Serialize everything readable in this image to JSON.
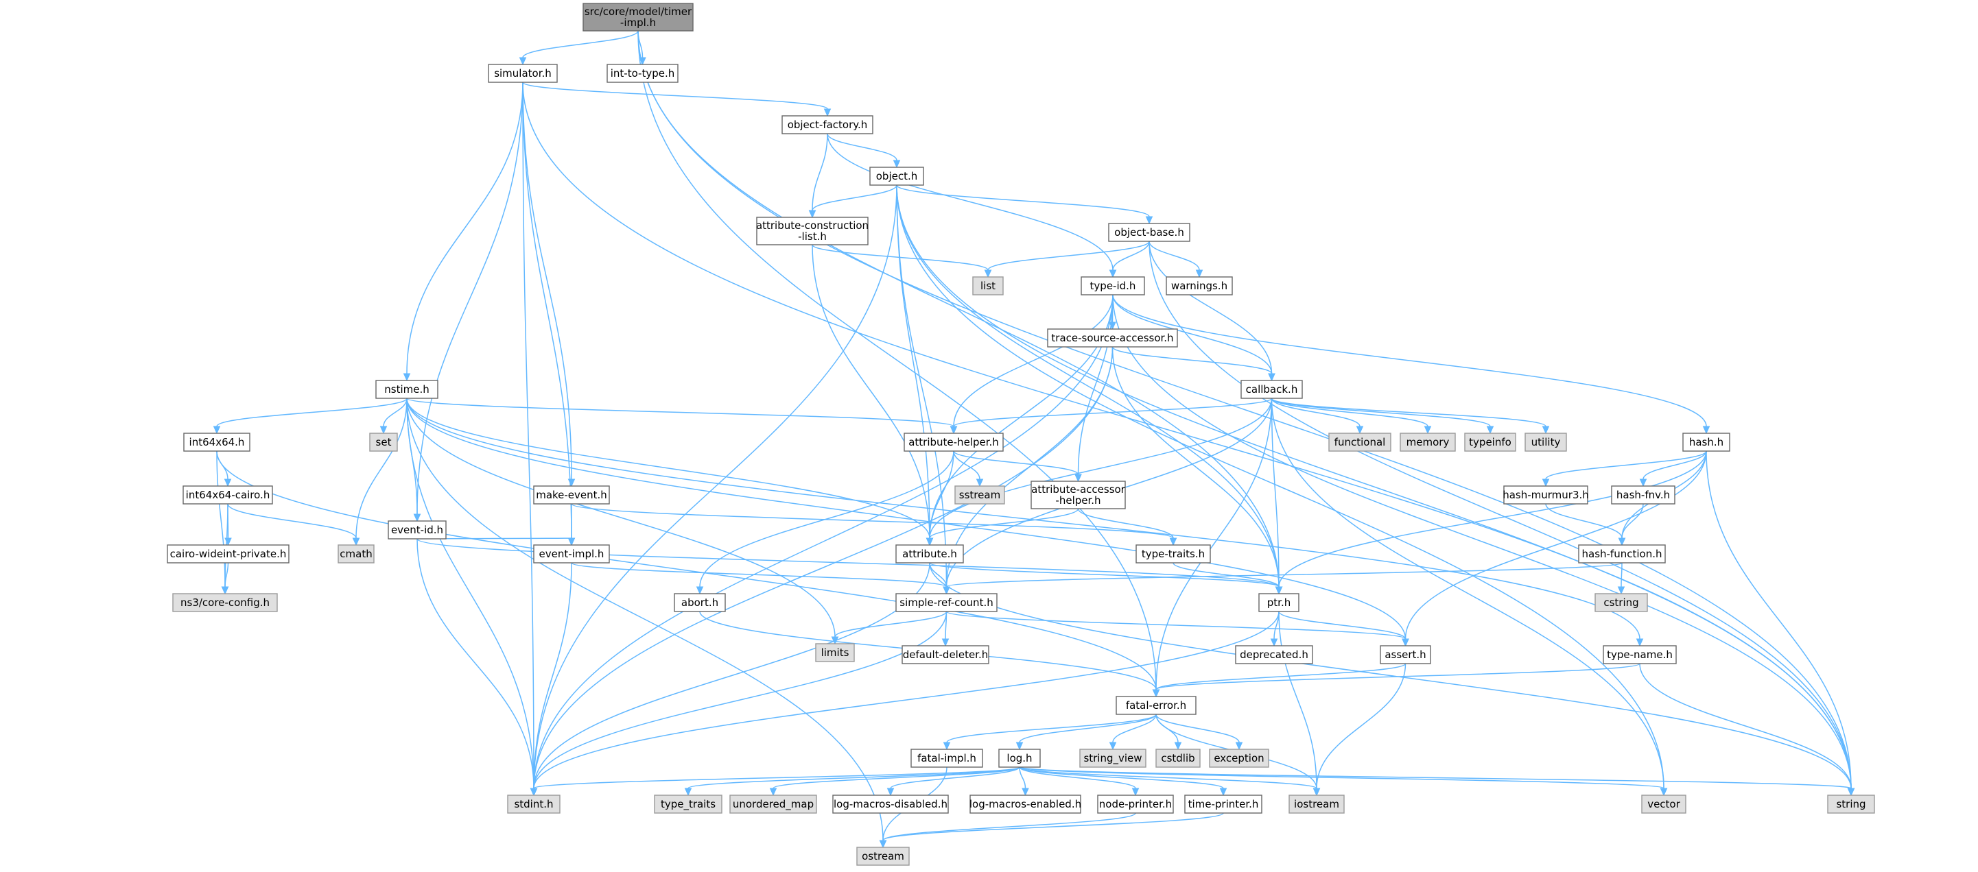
{
  "nodes": {
    "root": {
      "lines": [
        "src/core/model/timer",
        "-impl.h"
      ],
      "kind": "root"
    },
    "simulator": {
      "lines": [
        "simulator.h"
      ],
      "kind": "file"
    },
    "int_to_type": {
      "lines": [
        "int-to-type.h"
      ],
      "kind": "file"
    },
    "object_factory": {
      "lines": [
        "object-factory.h"
      ],
      "kind": "file"
    },
    "object": {
      "lines": [
        "object.h"
      ],
      "kind": "file"
    },
    "attr_construction": {
      "lines": [
        "attribute-construction",
        "-list.h"
      ],
      "kind": "file"
    },
    "object_base": {
      "lines": [
        "object-base.h"
      ],
      "kind": "file"
    },
    "list": {
      "lines": [
        "list"
      ],
      "kind": "system"
    },
    "type_id": {
      "lines": [
        "type-id.h"
      ],
      "kind": "file"
    },
    "warnings": {
      "lines": [
        "warnings.h"
      ],
      "kind": "file"
    },
    "trace_source": {
      "lines": [
        "trace-source-accessor.h"
      ],
      "kind": "file"
    },
    "callback": {
      "lines": [
        "callback.h"
      ],
      "kind": "file"
    },
    "nstime": {
      "lines": [
        "nstime.h"
      ],
      "kind": "file"
    },
    "int64x64": {
      "lines": [
        "int64x64.h"
      ],
      "kind": "file"
    },
    "set": {
      "lines": [
        "set"
      ],
      "kind": "system"
    },
    "event_id": {
      "lines": [
        "event-id.h"
      ],
      "kind": "file"
    },
    "make_event": {
      "lines": [
        "make-event.h"
      ],
      "kind": "file"
    },
    "attribute_helper": {
      "lines": [
        "attribute-helper.h"
      ],
      "kind": "file"
    },
    "functional": {
      "lines": [
        "functional"
      ],
      "kind": "system"
    },
    "memory": {
      "lines": [
        "memory"
      ],
      "kind": "system"
    },
    "typeinfo": {
      "lines": [
        "typeinfo"
      ],
      "kind": "system"
    },
    "utility": {
      "lines": [
        "utility"
      ],
      "kind": "system"
    },
    "hash": {
      "lines": [
        "hash.h"
      ],
      "kind": "file"
    },
    "int64x64_cairo": {
      "lines": [
        "int64x64-cairo.h"
      ],
      "kind": "file"
    },
    "sstream": {
      "lines": [
        "sstream"
      ],
      "kind": "system"
    },
    "attr_accessor": {
      "lines": [
        "attribute-accessor",
        "-helper.h"
      ],
      "kind": "file"
    },
    "hash_murmur3": {
      "lines": [
        "hash-murmur3.h"
      ],
      "kind": "file"
    },
    "hash_fnv": {
      "lines": [
        "hash-fnv.h"
      ],
      "kind": "file"
    },
    "cairo_wideint": {
      "lines": [
        "cairo-wideint-private.h"
      ],
      "kind": "file"
    },
    "cmath": {
      "lines": [
        "cmath"
      ],
      "kind": "system"
    },
    "event_impl": {
      "lines": [
        "event-impl.h"
      ],
      "kind": "file"
    },
    "attribute": {
      "lines": [
        "attribute.h"
      ],
      "kind": "file"
    },
    "type_traits_h": {
      "lines": [
        "type-traits.h"
      ],
      "kind": "file"
    },
    "hash_function": {
      "lines": [
        "hash-function.h"
      ],
      "kind": "file"
    },
    "ns3_config": {
      "lines": [
        "ns3/core-config.h"
      ],
      "kind": "system"
    },
    "abort": {
      "lines": [
        "abort.h"
      ],
      "kind": "file"
    },
    "simple_ref": {
      "lines": [
        "simple-ref-count.h"
      ],
      "kind": "file"
    },
    "ptr": {
      "lines": [
        "ptr.h"
      ],
      "kind": "file"
    },
    "cstring": {
      "lines": [
        "cstring"
      ],
      "kind": "system"
    },
    "limits": {
      "lines": [
        "limits"
      ],
      "kind": "system"
    },
    "default_deleter": {
      "lines": [
        "default-deleter.h"
      ],
      "kind": "file"
    },
    "deprecated": {
      "lines": [
        "deprecated.h"
      ],
      "kind": "file"
    },
    "assert": {
      "lines": [
        "assert.h"
      ],
      "kind": "file"
    },
    "type_name": {
      "lines": [
        "type-name.h"
      ],
      "kind": "file"
    },
    "fatal_error": {
      "lines": [
        "fatal-error.h"
      ],
      "kind": "file"
    },
    "fatal_impl": {
      "lines": [
        "fatal-impl.h"
      ],
      "kind": "file"
    },
    "log": {
      "lines": [
        "log.h"
      ],
      "kind": "file"
    },
    "string_view": {
      "lines": [
        "string_view"
      ],
      "kind": "system"
    },
    "cstdlib": {
      "lines": [
        "cstdlib"
      ],
      "kind": "system"
    },
    "exception": {
      "lines": [
        "exception"
      ],
      "kind": "system"
    },
    "stdint": {
      "lines": [
        "stdint.h"
      ],
      "kind": "system"
    },
    "type_traits": {
      "lines": [
        "type_traits"
      ],
      "kind": "system"
    },
    "unordered_map": {
      "lines": [
        "unordered_map"
      ],
      "kind": "system"
    },
    "log_macros_disabled": {
      "lines": [
        "log-macros-disabled.h"
      ],
      "kind": "file"
    },
    "log_macros_enabled": {
      "lines": [
        "log-macros-enabled.h"
      ],
      "kind": "file"
    },
    "node_printer": {
      "lines": [
        "node-printer.h"
      ],
      "kind": "file"
    },
    "time_printer": {
      "lines": [
        "time-printer.h"
      ],
      "kind": "file"
    },
    "iostream": {
      "lines": [
        "iostream"
      ],
      "kind": "system"
    },
    "vector": {
      "lines": [
        "vector"
      ],
      "kind": "system"
    },
    "string": {
      "lines": [
        "string"
      ],
      "kind": "system"
    },
    "ostream": {
      "lines": [
        "ostream"
      ],
      "kind": "system"
    }
  },
  "edges": [
    [
      "root",
      "simulator"
    ],
    [
      "root",
      "int_to_type"
    ],
    [
      "root",
      "fatal_error"
    ],
    [
      "root",
      "ptr"
    ],
    [
      "root",
      "string"
    ],
    [
      "simulator",
      "object_factory"
    ],
    [
      "simulator",
      "nstime"
    ],
    [
      "simulator",
      "event_id"
    ],
    [
      "simulator",
      "event_impl"
    ],
    [
      "simulator",
      "make_event"
    ],
    [
      "simulator",
      "stdint"
    ],
    [
      "simulator",
      "string"
    ],
    [
      "object_factory",
      "object"
    ],
    [
      "object_factory",
      "attr_construction"
    ],
    [
      "object_factory",
      "type_id"
    ],
    [
      "object",
      "attr_construction"
    ],
    [
      "object",
      "object_base"
    ],
    [
      "object",
      "attribute"
    ],
    [
      "object",
      "simple_ref"
    ],
    [
      "object",
      "ptr"
    ],
    [
      "object",
      "stdint"
    ],
    [
      "object",
      "string"
    ],
    [
      "object",
      "vector"
    ],
    [
      "attr_construction",
      "list"
    ],
    [
      "attr_construction",
      "attribute"
    ],
    [
      "object_base",
      "list"
    ],
    [
      "object_base",
      "type_id"
    ],
    [
      "object_base",
      "warnings"
    ],
    [
      "object_base",
      "callback"
    ],
    [
      "object_base",
      "string"
    ],
    [
      "type_id",
      "trace_source"
    ],
    [
      "type_id",
      "callback"
    ],
    [
      "type_id",
      "attribute_helper"
    ],
    [
      "type_id",
      "attr_accessor"
    ],
    [
      "type_id",
      "attribute"
    ],
    [
      "type_id",
      "hash"
    ],
    [
      "type_id",
      "stdint"
    ],
    [
      "type_id",
      "string"
    ],
    [
      "trace_source",
      "callback"
    ],
    [
      "trace_source",
      "simple_ref"
    ],
    [
      "trace_source",
      "ptr"
    ],
    [
      "trace_source",
      "stdint"
    ],
    [
      "callback",
      "attribute_helper"
    ],
    [
      "callback",
      "attribute"
    ],
    [
      "callback",
      "simple_ref"
    ],
    [
      "callback",
      "ptr"
    ],
    [
      "callback",
      "fatal_error"
    ],
    [
      "callback",
      "functional"
    ],
    [
      "callback",
      "memory"
    ],
    [
      "callback",
      "typeinfo"
    ],
    [
      "callback",
      "utility"
    ],
    [
      "callback",
      "vector"
    ],
    [
      "nstime",
      "int64x64"
    ],
    [
      "nstime",
      "set"
    ],
    [
      "nstime",
      "event_id"
    ],
    [
      "nstime",
      "attribute_helper"
    ],
    [
      "nstime",
      "attribute"
    ],
    [
      "nstime",
      "cmath"
    ],
    [
      "nstime",
      "limits"
    ],
    [
      "nstime",
      "assert"
    ],
    [
      "nstime",
      "type_name"
    ],
    [
      "nstime",
      "stdint"
    ],
    [
      "nstime",
      "ostream"
    ],
    [
      "int64x64",
      "int64x64_cairo"
    ],
    [
      "int64x64",
      "ns3_config"
    ],
    [
      "int64x64",
      "fatal_error"
    ],
    [
      "int64x64_cairo",
      "cairo_wideint"
    ],
    [
      "int64x64_cairo",
      "cmath"
    ],
    [
      "int64x64_cairo",
      "ns3_config"
    ],
    [
      "cairo_wideint",
      "ns3_config"
    ],
    [
      "event_id",
      "event_impl"
    ],
    [
      "event_id",
      "ptr"
    ],
    [
      "event_id",
      "stdint"
    ],
    [
      "make_event",
      "event_impl"
    ],
    [
      "make_event",
      "type_traits_h"
    ],
    [
      "event_impl",
      "simple_ref"
    ],
    [
      "event_impl",
      "stdint"
    ],
    [
      "attribute_helper",
      "abort"
    ],
    [
      "attribute_helper",
      "attribute"
    ],
    [
      "attribute_helper",
      "attr_accessor"
    ],
    [
      "attribute_helper",
      "sstream"
    ],
    [
      "attr_accessor",
      "attribute"
    ],
    [
      "attr_accessor",
      "type_traits_h"
    ],
    [
      "attribute",
      "ptr"
    ],
    [
      "attribute",
      "simple_ref"
    ],
    [
      "attribute",
      "stdint"
    ],
    [
      "attribute",
      "string"
    ],
    [
      "hash",
      "hash_murmur3"
    ],
    [
      "hash",
      "hash_fnv"
    ],
    [
      "hash",
      "hash_function"
    ],
    [
      "hash",
      "assert"
    ],
    [
      "hash",
      "ptr"
    ],
    [
      "hash",
      "string"
    ],
    [
      "hash_murmur3",
      "hash_function"
    ],
    [
      "hash_fnv",
      "hash_function"
    ],
    [
      "hash_function",
      "simple_ref"
    ],
    [
      "hash_function",
      "cstring"
    ],
    [
      "abort",
      "fatal_error"
    ],
    [
      "simple_ref",
      "assert"
    ],
    [
      "simple_ref",
      "default_deleter"
    ],
    [
      "simple_ref",
      "limits"
    ],
    [
      "simple_ref",
      "stdint"
    ],
    [
      "ptr",
      "deprecated"
    ],
    [
      "ptr",
      "assert"
    ],
    [
      "ptr",
      "iostream"
    ],
    [
      "ptr",
      "stdint"
    ],
    [
      "assert",
      "fatal_error"
    ],
    [
      "assert",
      "iostream"
    ],
    [
      "type_traits_h",
      "ptr"
    ],
    [
      "type_name",
      "fatal_error"
    ],
    [
      "type_name",
      "string"
    ],
    [
      "fatal_error",
      "fatal_impl"
    ],
    [
      "fatal_error",
      "log"
    ],
    [
      "fatal_error",
      "string_view"
    ],
    [
      "fatal_error",
      "cstdlib"
    ],
    [
      "fatal_error",
      "exception"
    ],
    [
      "fatal_error",
      "iostream"
    ],
    [
      "fatal_impl",
      "ostream"
    ],
    [
      "log",
      "stdint"
    ],
    [
      "log",
      "type_traits"
    ],
    [
      "log",
      "unordered_map"
    ],
    [
      "log",
      "log_macros_disabled"
    ],
    [
      "log",
      "log_macros_enabled"
    ],
    [
      "log",
      "node_printer"
    ],
    [
      "log",
      "time_printer"
    ],
    [
      "log",
      "iostream"
    ],
    [
      "log",
      "vector"
    ],
    [
      "log",
      "string"
    ],
    [
      "node_printer",
      "ostream"
    ],
    [
      "time_printer",
      "ostream"
    ]
  ]
}
